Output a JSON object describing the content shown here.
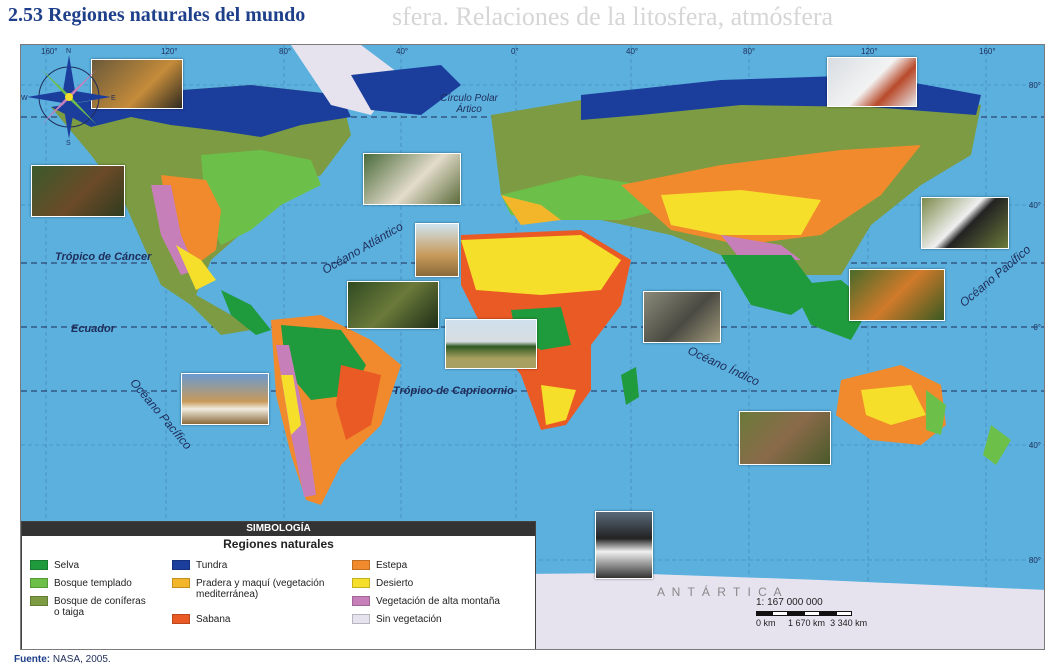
{
  "title": "2.53 Regiones naturales del mundo",
  "bleed_text": "sfera. Relaciones de la litosfera, atmósfera",
  "map": {
    "lon_labels_top_left": [
      "160°",
      "120°",
      "80°",
      "40°"
    ],
    "lon_labels_top_right": [
      "0°",
      "40°",
      "80°",
      "120°",
      "160°"
    ],
    "lat_labels_right": [
      "80°",
      "40°",
      "0°",
      "40°",
      "80°"
    ],
    "lines": {
      "polar": "Círculo Polar Ártico",
      "cancer": "Trópico de Cáncer",
      "equator": "Ecuador",
      "capricorn": "Trópico de Capricornio"
    },
    "oceans": {
      "atlantic": "Océano Atlántico",
      "pacific_west": "Océano Pacífico",
      "pacific_east": "Océano Pacífico",
      "indian": "Océano Índico"
    },
    "antarctica": "A N T Á R T I C A",
    "colors": {
      "ocean": "#5bb0de",
      "selva": "#1f9a3c",
      "bosque_templado": "#6cc04a",
      "coniferas": "#7c9b42",
      "tundra": "#1b3d9c",
      "pradera": "#f3b52a",
      "sabana": "#ea5a25",
      "estepa": "#f08a2c",
      "desierto": "#f6df2a",
      "alta_montana": "#c77fba",
      "sin_vegetacion": "#e6e3ef"
    },
    "photos": [
      "bison-photo",
      "fox-photo",
      "bear-photo",
      "sheep-photo",
      "camel-photo",
      "panda-photo",
      "jungle-photo",
      "tiger-photo",
      "elephant-photo",
      "acacia-photo",
      "llama-photo",
      "kangaroo-photo",
      "penguin-photo"
    ]
  },
  "legend": {
    "header": "SIMBOLOGÍA",
    "subtitle": "Regiones naturales",
    "items": [
      {
        "label": "Selva",
        "color": "#1f9a3c"
      },
      {
        "label": "Bosque templado",
        "color": "#6cc04a"
      },
      {
        "label": "Bosque de coníferas o taiga",
        "color": "#7c9b42"
      },
      {
        "label": "Tundra",
        "color": "#1b3d9c"
      },
      {
        "label": "Pradera y maquí (vegetación mediterránea)",
        "color": "#f3b52a"
      },
      {
        "label": "Sabana",
        "color": "#ea5a25"
      },
      {
        "label": "Estepa",
        "color": "#f08a2c"
      },
      {
        "label": "Desierto",
        "color": "#f6df2a"
      },
      {
        "label": "Vegetación de alta montaña",
        "color": "#c77fba"
      },
      {
        "label": "Sin vegetación",
        "color": "#e6e3ef"
      }
    ]
  },
  "scale": {
    "ratio": "1: 167 000 000",
    "ticks": [
      "0 km",
      "1 670 km",
      "3 340 km"
    ]
  },
  "compass": {
    "n": "N",
    "s": "S",
    "e": "E",
    "w": "W"
  },
  "source": {
    "label": "Fuente:",
    "text": "NASA, 2005."
  }
}
